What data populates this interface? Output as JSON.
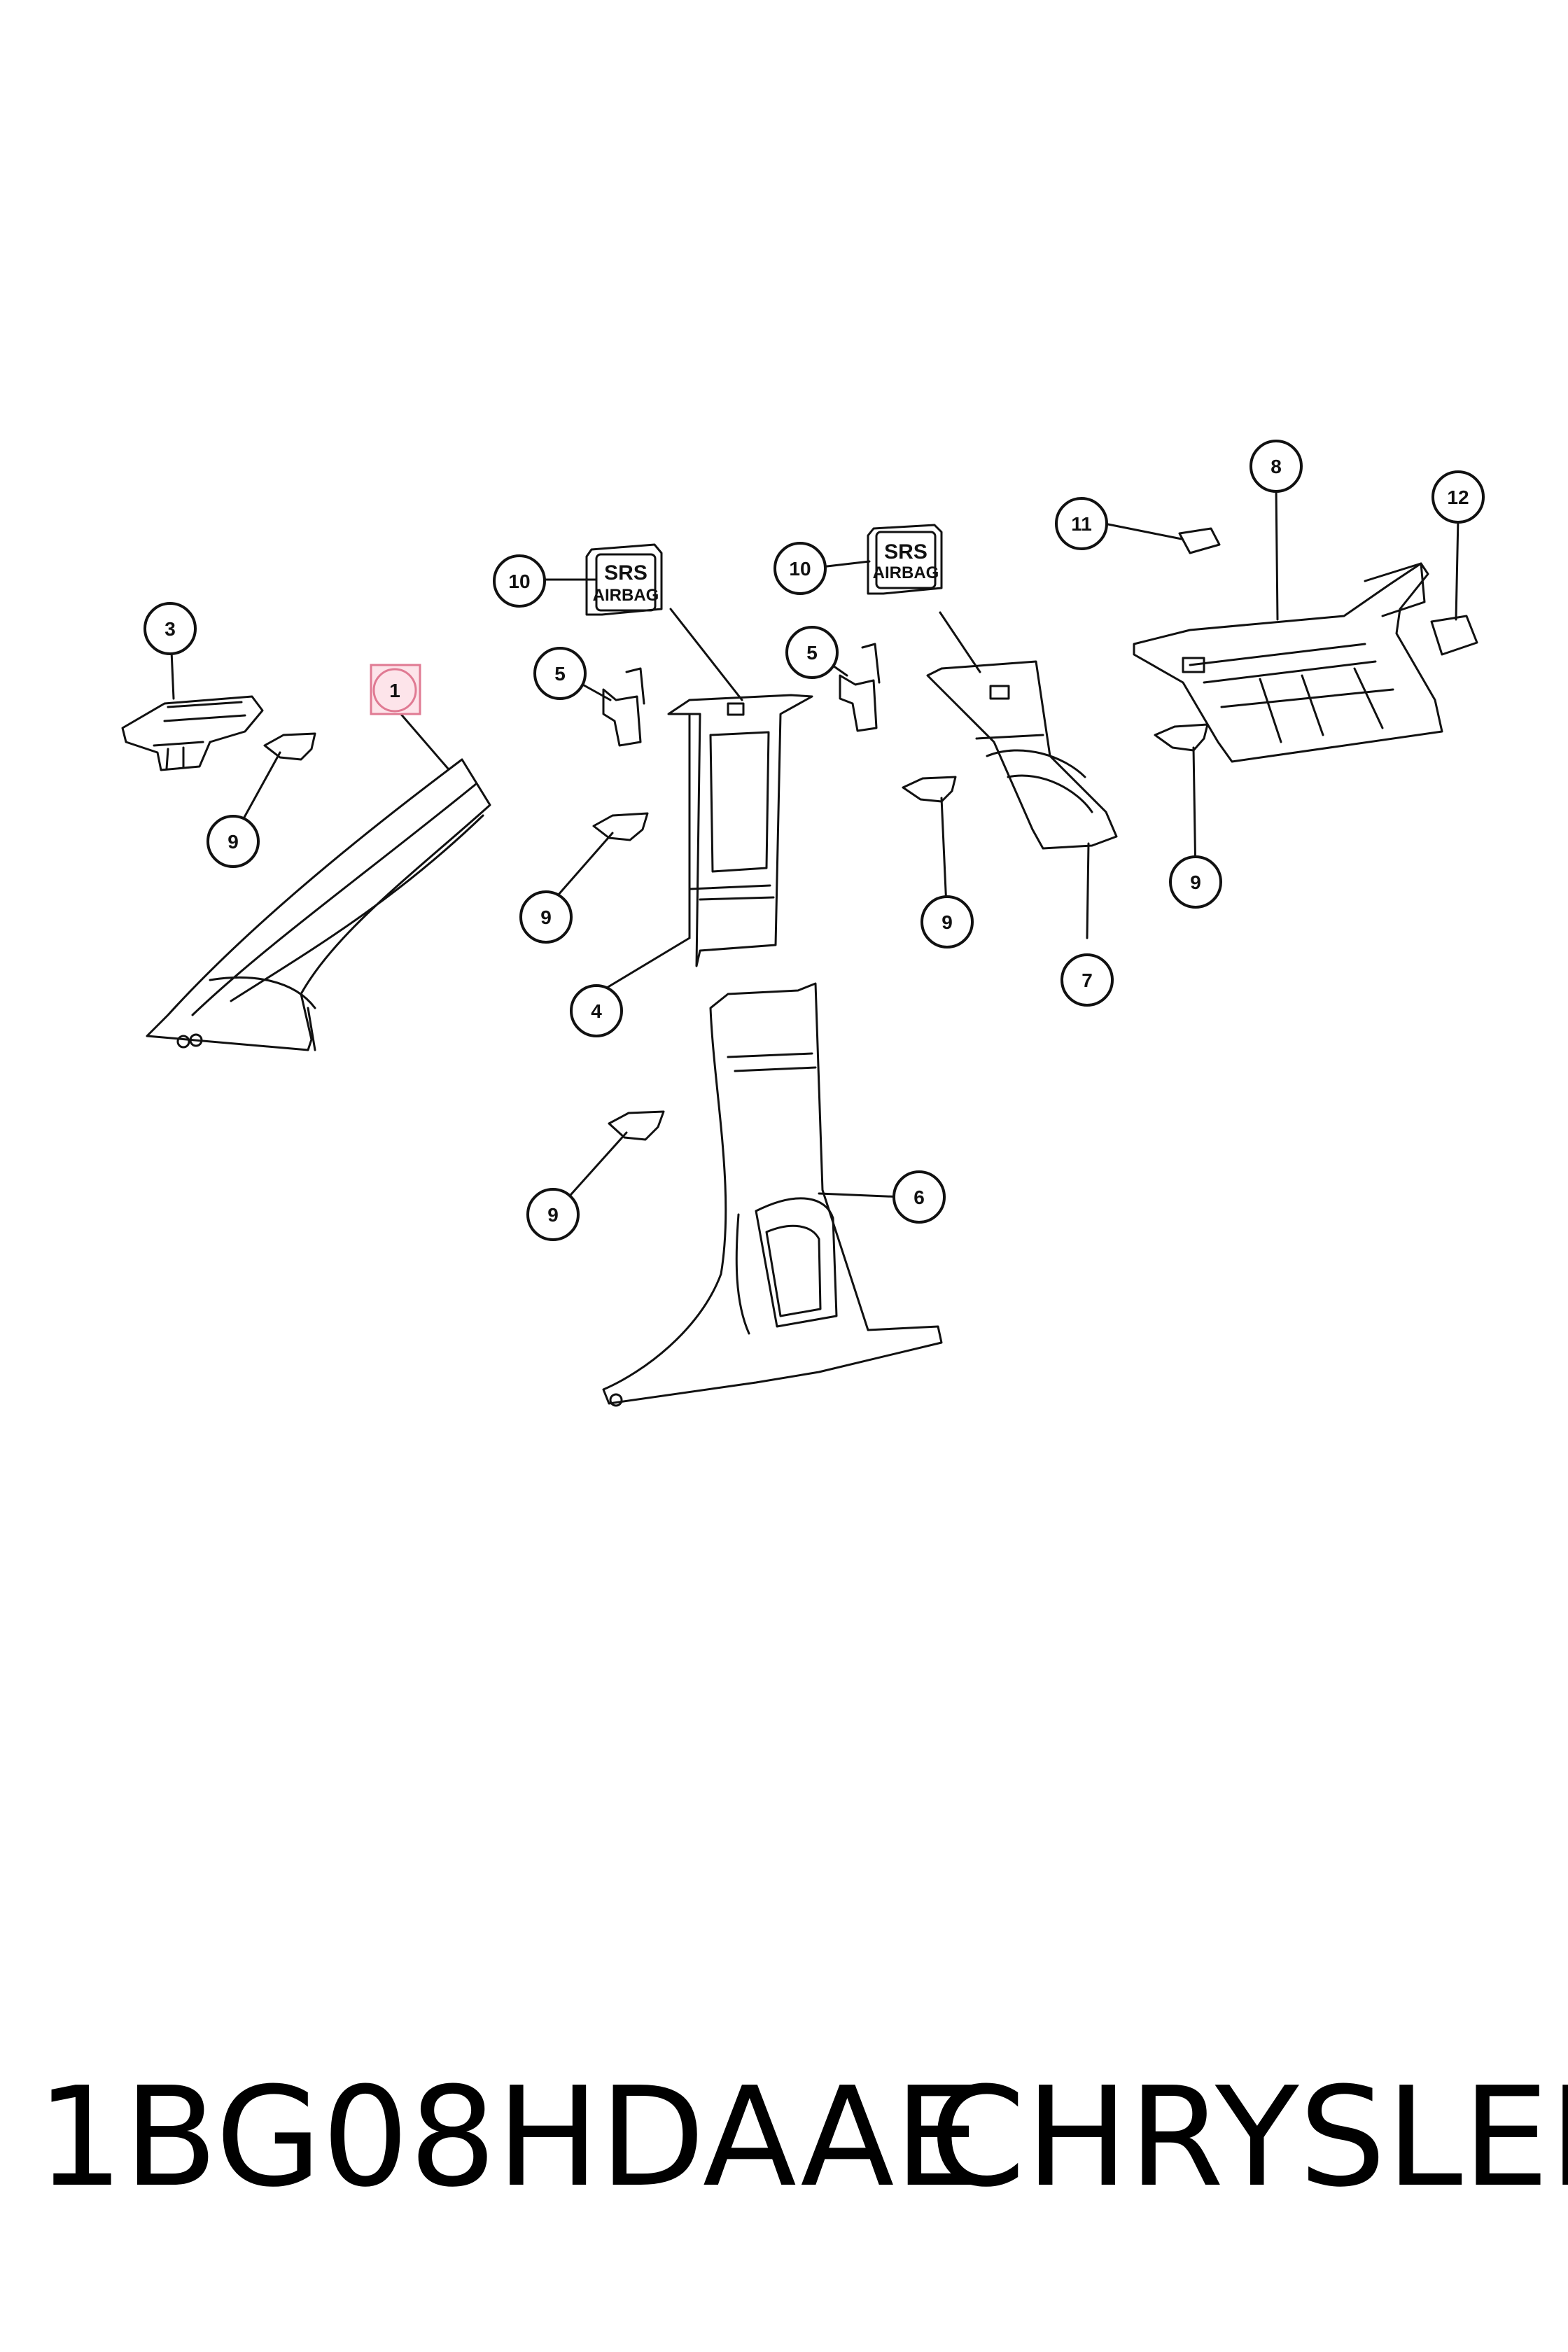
{
  "callouts": {
    "c1": "1",
    "c3": "3",
    "c4": "4",
    "c5a": "5",
    "c5b": "5",
    "c6": "6",
    "c7": "7",
    "c8": "8",
    "c9a": "9",
    "c9b": "9",
    "c9c": "9",
    "c9d": "9",
    "c9e": "9",
    "c10a": "10",
    "c10b": "10",
    "c11": "11",
    "c12": "12"
  },
  "badge": {
    "line1": "SRS",
    "line2": "AIRBAG"
  },
  "footer": {
    "part_number": "1BG08HDAAE",
    "make": "CHRYSLER"
  },
  "colors": {
    "highlight_fill": "#fde4ea",
    "highlight_stroke": "#e07a93",
    "ink": "#111111"
  }
}
